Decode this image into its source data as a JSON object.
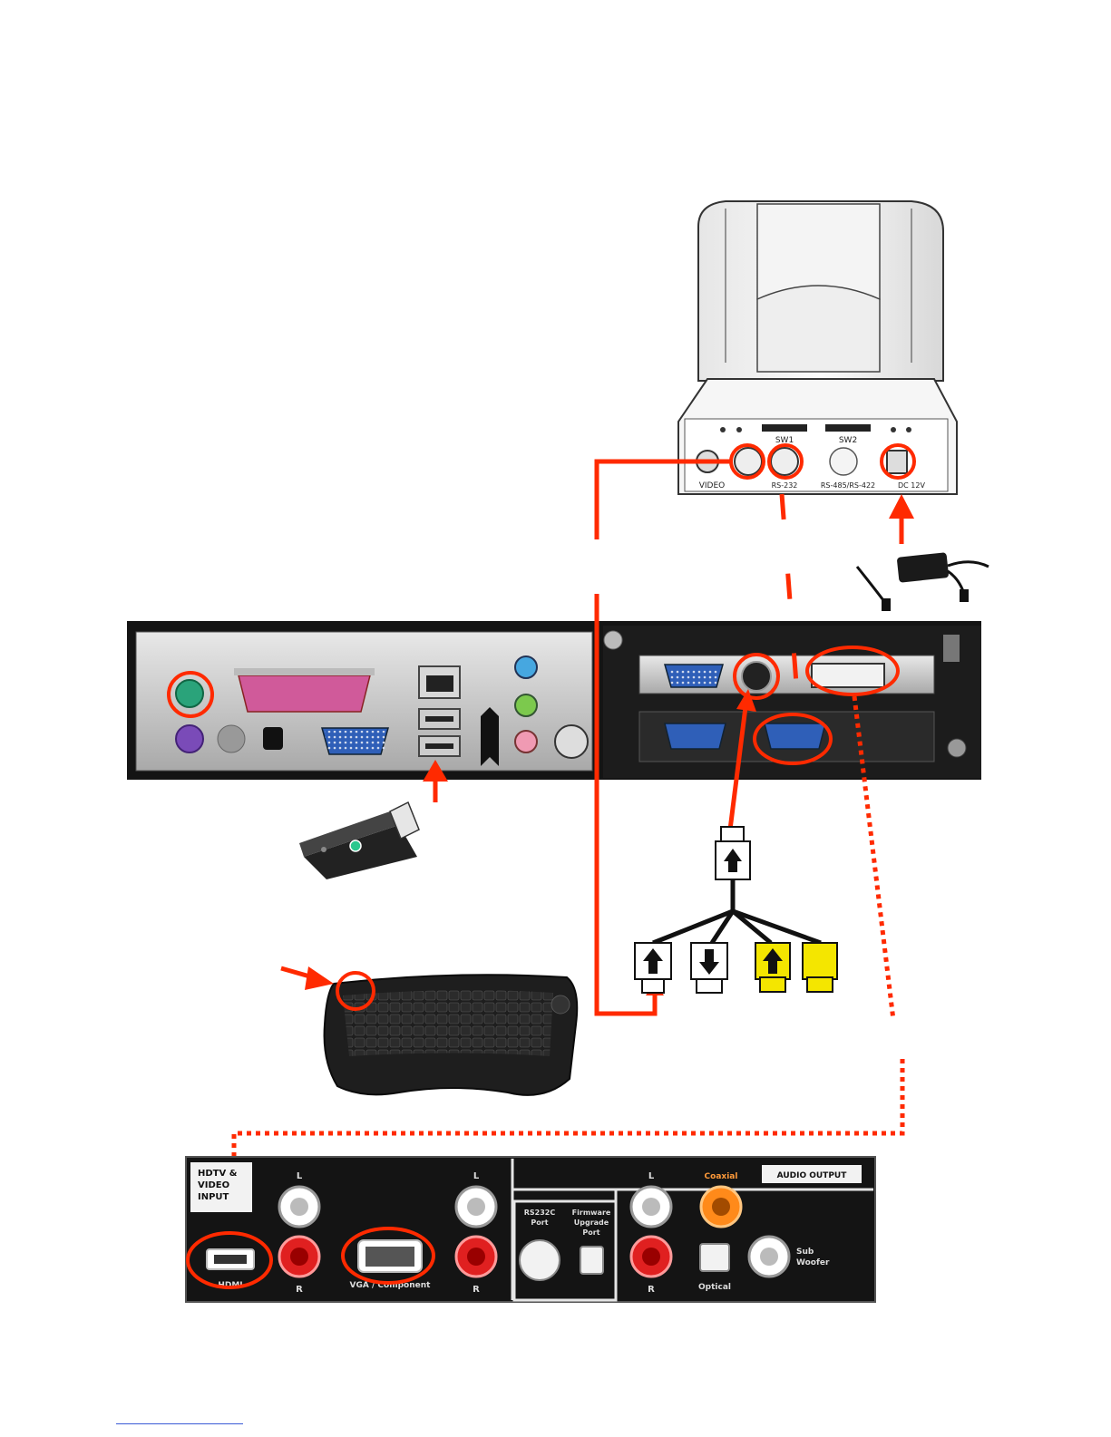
{
  "camera": {
    "labels": {
      "video": "VIDEO",
      "sw1": "SW1",
      "sw2": "SW2",
      "rs232": "RS-232",
      "rs485": "RS-485/RS-422",
      "dc": "DC 12V"
    }
  },
  "av_receiver": {
    "hdtv_input": [
      "HDTV &",
      "VIDEO",
      "INPUT"
    ],
    "left_channel": "L",
    "right_channel": "R",
    "hdmi": "HDMI",
    "vga_component": "VGA / Component",
    "rs232c_port": [
      "RS232C",
      "Port"
    ],
    "firmware_port": [
      "Firmware",
      "Upgrade",
      "Port"
    ],
    "coaxial": "Coaxial",
    "audio_output": "AUDIO OUTPUT",
    "optical": "Optical",
    "sub_woofer": [
      "Sub",
      "Woofer"
    ]
  },
  "colors": {
    "highlight_red": "#ff2a00",
    "panel_black": "#141414",
    "port_blue": "#2f5fb8",
    "rca_yellow": "#f4e600",
    "rca_red": "#e02020",
    "ps2_green": "#2aa37a",
    "ps2_purple": "#7a4bb8",
    "parallel_pink": "#d05a9a",
    "audio_orange": "#ff8a1a"
  },
  "icons": [
    "arrow-up-icon",
    "arrow-down-icon",
    "usb-dongle-icon",
    "keyboard-icon",
    "power-adapter-icon",
    "ptz-camera-icon"
  ]
}
